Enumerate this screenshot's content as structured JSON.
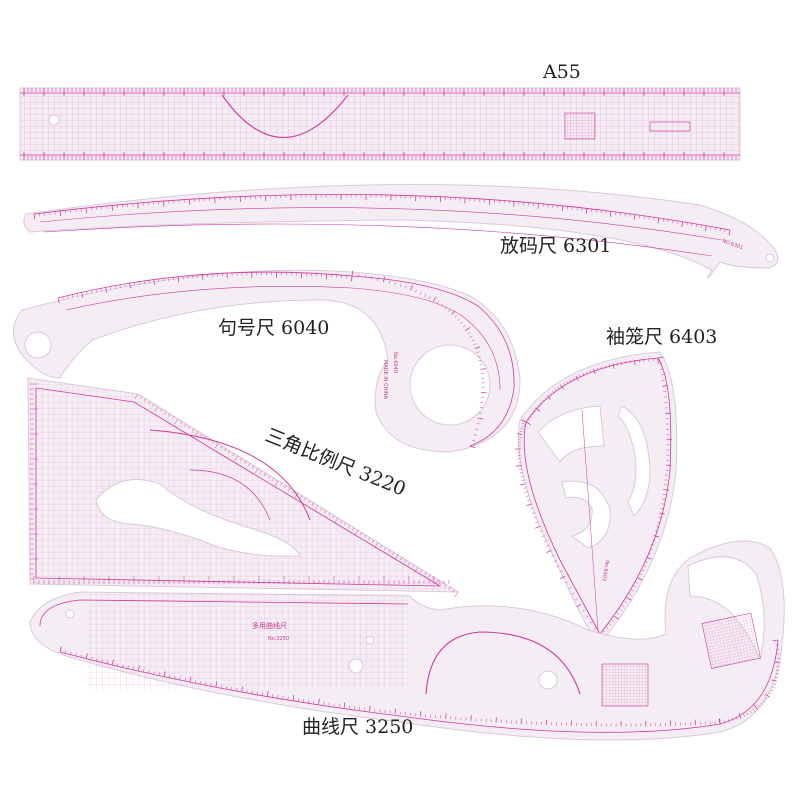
{
  "image": {
    "background": "#ffffff",
    "ruler_fill": "#f4eef4",
    "ruler_edge": "#d9c9dc",
    "mark_color": "#d0399a",
    "grid_color": "#e27fbf",
    "label_color": "#222222"
  },
  "rulers": {
    "straight": {
      "label": "A55"
    },
    "grading": {
      "label": "放码尺 6301",
      "engraving": "NO.6301"
    },
    "armhole": {
      "label": "句号尺 6040",
      "engraving_1": "MADE IN CHINA",
      "engraving_2": "No.6040"
    },
    "sleeve": {
      "label": "袖笼尺 6403",
      "engraving": "No.6403"
    },
    "triangle": {
      "label": "三角比例尺 3220"
    },
    "curve": {
      "label": "曲线尺 3250",
      "engraving_1": "多用曲线尺",
      "engraving_2": "No.3250"
    }
  }
}
